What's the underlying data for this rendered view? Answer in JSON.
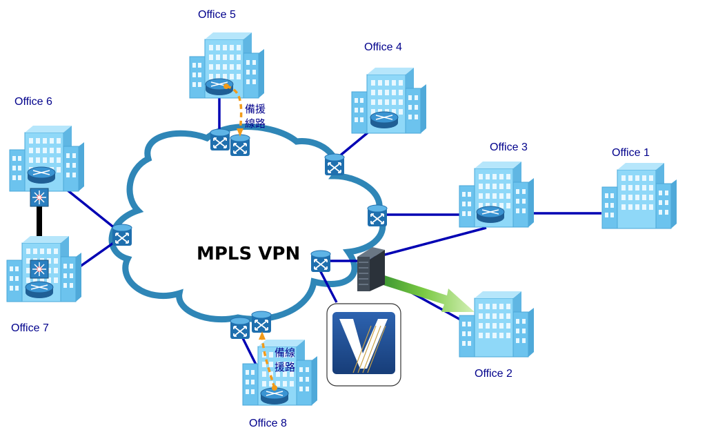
{
  "title": "MPLS VPN",
  "offices": [
    {
      "id": "office-1",
      "label": "Office  1"
    },
    {
      "id": "office-2",
      "label": "Office  2"
    },
    {
      "id": "office-3",
      "label": "Office 3"
    },
    {
      "id": "office-4",
      "label": "Office  4"
    },
    {
      "id": "office-5",
      "label": "Office  5"
    },
    {
      "id": "office-6",
      "label": "Office  6"
    },
    {
      "id": "office-7",
      "label": "Office  7"
    },
    {
      "id": "office-8",
      "label": "Office  8"
    }
  ],
  "backup_labels": {
    "office5_line1": "備援",
    "office5_line2": "線路",
    "office8_line1": "備線",
    "office8_line2": "援路"
  },
  "icons": {
    "building": "office-building-icon",
    "router": "router-icon",
    "pe_switch": "atm-switch-icon",
    "layer3_switch": "layer3-switch-icon",
    "server": "server-icon",
    "logo": "v-logo-icon"
  },
  "colors": {
    "cloud_stroke": "#2f86b7",
    "link": "#0000b3",
    "backup_link": "#f29b1a",
    "building": "#7fd0f5",
    "router": "#2a7fc0",
    "traffic_arrow": "#7ac943"
  }
}
